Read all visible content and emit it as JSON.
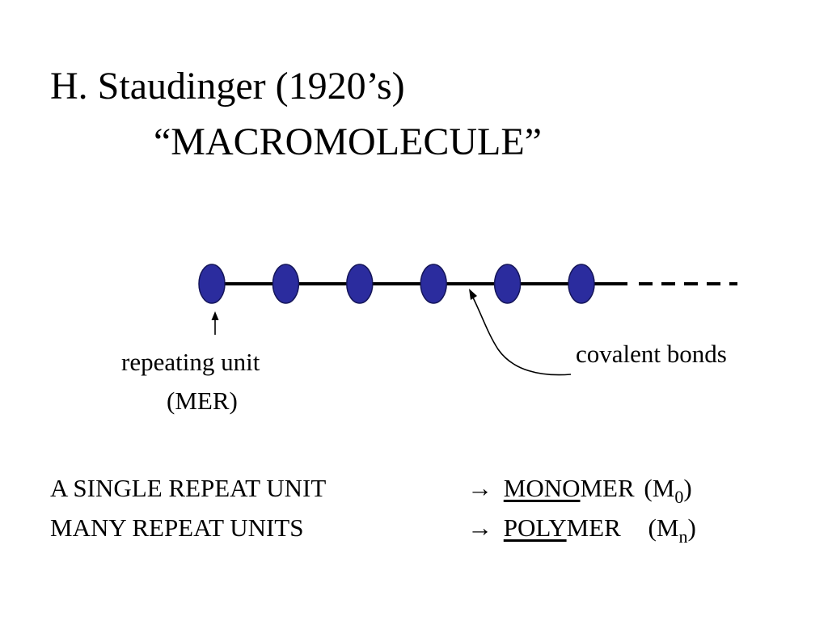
{
  "slide": {
    "title": "H. Staudinger (1920’s)",
    "subtitle": "“MACROMOLECULE”"
  },
  "diagram": {
    "mer_count": 6,
    "colors": {
      "mer_fill": "#2b2c9e",
      "mer_stroke": "#15165a",
      "bond": "#000000"
    },
    "labels": {
      "repeating_unit": "repeating unit",
      "mer": "(MER)",
      "covalent_bonds": "covalent bonds"
    }
  },
  "definitions": {
    "row1": {
      "left": "A SINGLE REPEAT UNIT",
      "arrow": "→",
      "term_underlined": "MONO",
      "term_rest": "MER",
      "paren_open": "(M",
      "subscript": "0",
      "paren_close": ")"
    },
    "row2": {
      "left": "MANY REPEAT UNITS",
      "arrow": "→",
      "term_underlined": "POLY",
      "term_rest": "MER",
      "paren_open": "(M",
      "subscript": "n",
      "paren_close": ")"
    }
  }
}
